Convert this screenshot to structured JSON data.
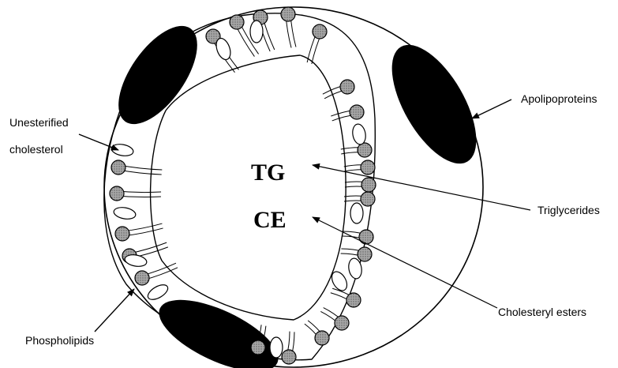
{
  "core_labels": {
    "tg": "TG",
    "ce": "CE"
  },
  "labels": {
    "apolipoproteins": "Apolipoproteins",
    "unesterified_line1": "Unesterified",
    "unesterified_line2": "cholesterol",
    "triglycerides": "Triglycerides",
    "cholesteryl_esters": "Cholesteryl esters",
    "phospholipids": "Phospholipids"
  },
  "colors": {
    "stroke": "#000000",
    "apolipoprotein_fill": "#000000",
    "phospholipid_head_fill": "#9a9a9a",
    "background": "#ffffff"
  }
}
